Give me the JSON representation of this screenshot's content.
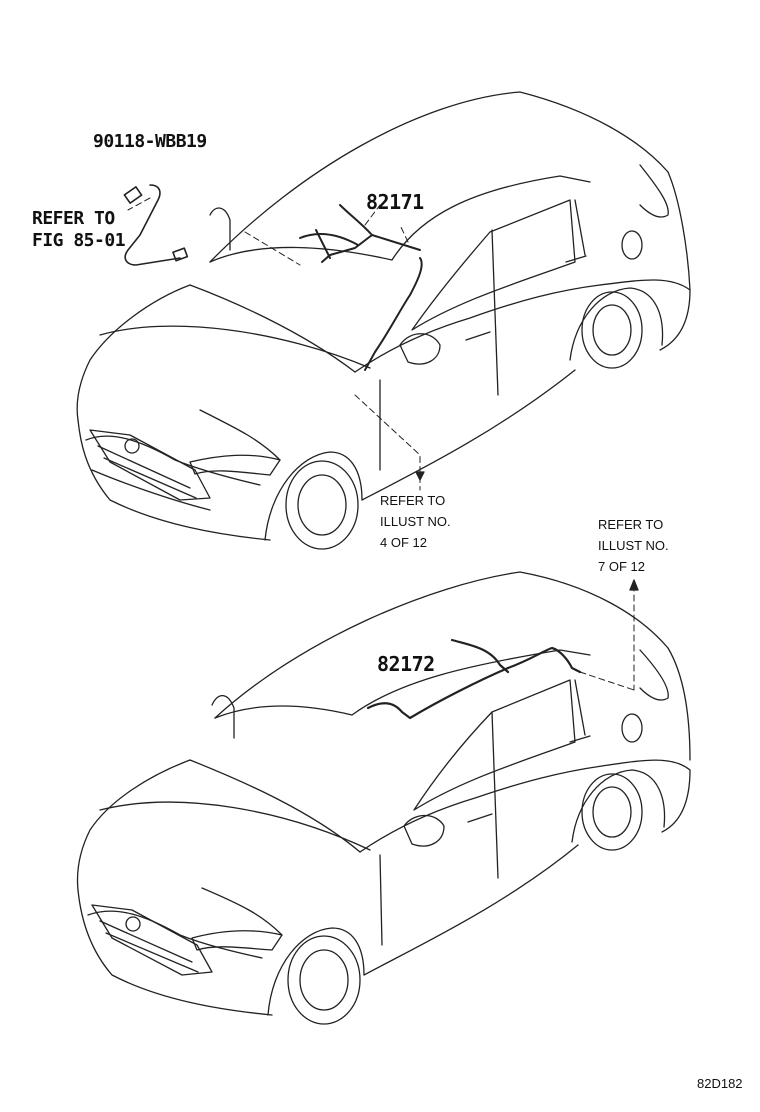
{
  "labels": {
    "part_90118": "90118-WBB19",
    "refer_fig_line1": "REFER TO",
    "refer_fig_line2": "FIG 85-01",
    "part_82171": "82171",
    "part_82172": "82172",
    "refer_illust4_line1": "REFER TO",
    "refer_illust4_line2": "ILLUST NO.",
    "refer_illust4_line3": "4 OF 12",
    "refer_illust7_line1": "REFER TO",
    "refer_illust7_line2": "ILLUST NO.",
    "refer_illust7_line3": "7 OF 12",
    "figure_code": "82D182"
  },
  "icons": [
    "car-top-icon",
    "car-bottom-icon",
    "wire-harness-82171-icon",
    "wire-harness-82172-icon",
    "wire-harness-90118-icon"
  ],
  "colors": {
    "line": "#222222",
    "background": "#ffffff"
  }
}
